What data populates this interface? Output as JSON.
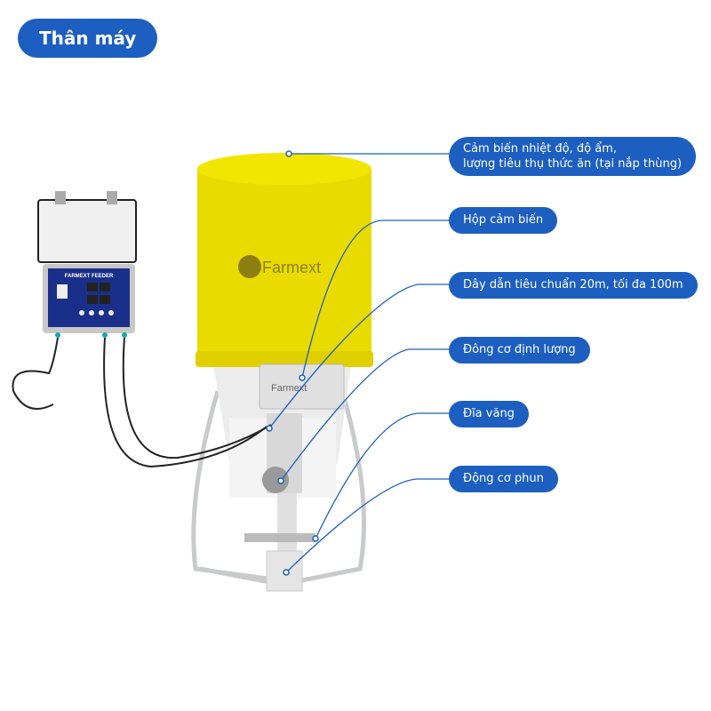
{
  "title": "Thân máy",
  "callouts": [
    {
      "line1": "Cảm biến nhiệt độ, độ ẩm,",
      "line2": "lượng tiêu thụ thức ăn (tại nắp thùng)"
    },
    {
      "text": "Hộp cảm biến"
    },
    {
      "text": "Dây dẫn tiêu chuẩn 20m, tối đa 100m"
    },
    {
      "text": "Đông cơ định lượng"
    },
    {
      "text": "Đĩa văng"
    },
    {
      "text": "Động cơ phun"
    }
  ],
  "product": {
    "brand": "Farmext",
    "panel_label": "FARMEXT FEEDER"
  },
  "colors": {
    "accent": "#1c5fc0",
    "hopper": "#e8d800",
    "line": "#1c5fc0"
  }
}
